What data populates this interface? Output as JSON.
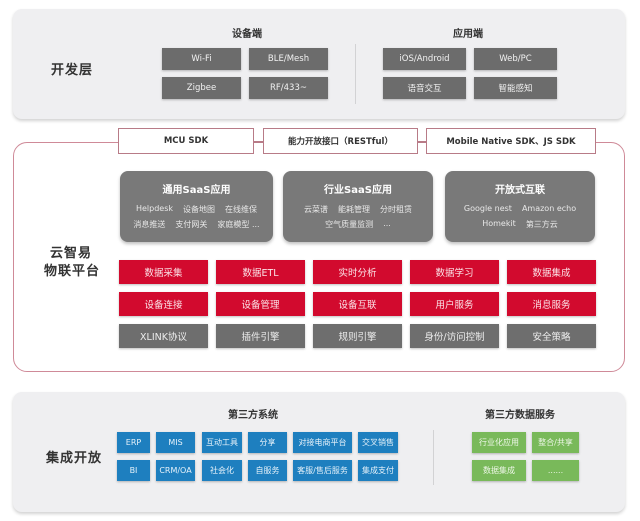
{
  "dev_layer": {
    "label": "开发层",
    "device_side": {
      "title": "设备端",
      "items": [
        "Wi-Fi",
        "BLE/Mesh",
        "Zigbee",
        "RF/433~"
      ]
    },
    "app_side": {
      "title": "应用端",
      "items": [
        "iOS/Android",
        "Web/PC",
        "语音交互",
        "智能感知"
      ]
    }
  },
  "sdk_bar": {
    "items": [
      "MCU SDK",
      "能力开放接口（RESTful）",
      "Mobile Native SDK、JS SDK"
    ]
  },
  "platform": {
    "label_line1": "云智易",
    "label_line2": "物联平台",
    "saas_cards": [
      {
        "title": "通用SaaS应用",
        "row1": [
          "Helpdesk",
          "设备地图",
          "在线维保"
        ],
        "row2": [
          "消息推送",
          "支付网关",
          "家庭模型 ..."
        ]
      },
      {
        "title": "行业SaaS应用",
        "row1": [
          "云菜谱",
          "能耗管理",
          "分时租赁"
        ],
        "row2": [
          "空气质量监测",
          "..."
        ]
      },
      {
        "title": "开放式互联",
        "row1": [
          "Google nest",
          "Amazon echo"
        ],
        "row2": [
          "Homekit",
          "第三方云"
        ]
      }
    ],
    "grid": [
      [
        "数据采集",
        "数据ETL",
        "实时分析",
        "数据学习",
        "数据集成"
      ],
      [
        "设备连接",
        "设备管理",
        "设备互联",
        "用户服务",
        "消息服务"
      ],
      [
        "XLINK协议",
        "插件引擎",
        "规则引擎",
        "身份/访问控制",
        "安全策略"
      ]
    ]
  },
  "integration": {
    "label": "集成开放",
    "third_party_systems": {
      "title": "第三方系统",
      "row1": [
        "ERP",
        "MIS",
        "互动工具",
        "分享",
        "对接电商平台",
        "交叉销售"
      ],
      "row2": [
        "BI",
        "CRM/OA",
        "社会化",
        "自服务",
        "客服/售后服务",
        "集成支付"
      ]
    },
    "third_party_data": {
      "title": "第三方数据服务",
      "row1": [
        "行业化应用",
        "整合/共享"
      ],
      "row2": [
        "数据集成",
        "......"
      ]
    }
  },
  "colors": {
    "panel_bg": "#efeff1",
    "device_chip": "#6c6c6c",
    "red_chip": "#d20a2e",
    "gray_chip": "#6e6e6e",
    "saas_card": "#797979",
    "blue_chip": "#1e7fbf",
    "green_chip": "#79b95a",
    "platform_border": "#cf8a98"
  }
}
